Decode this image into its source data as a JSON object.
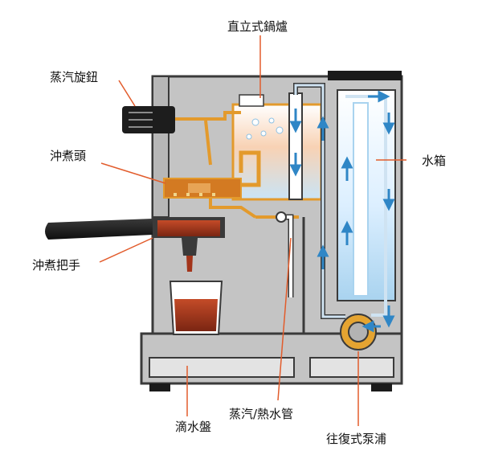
{
  "labels": {
    "boiler": "直立式鍋爐",
    "steam_knob": "蒸汽旋鈕",
    "brew_head": "沖煮頭",
    "water_tank": "水箱",
    "portafilter": "沖煮把手",
    "drip_tray": "滴水盤",
    "steam_pipe": "蒸汽/熱水管",
    "pump": "往復式泵浦"
  },
  "colors": {
    "body": "#c4c4c4",
    "outline": "#3a3a3a",
    "boiler_water": "#d8ebf7",
    "coffee": "#a3341a",
    "copper": "#e39a2c",
    "water_flow": "#cfe3f2",
    "arrow": "#2f86c6",
    "pointer": "#e25c2c"
  }
}
